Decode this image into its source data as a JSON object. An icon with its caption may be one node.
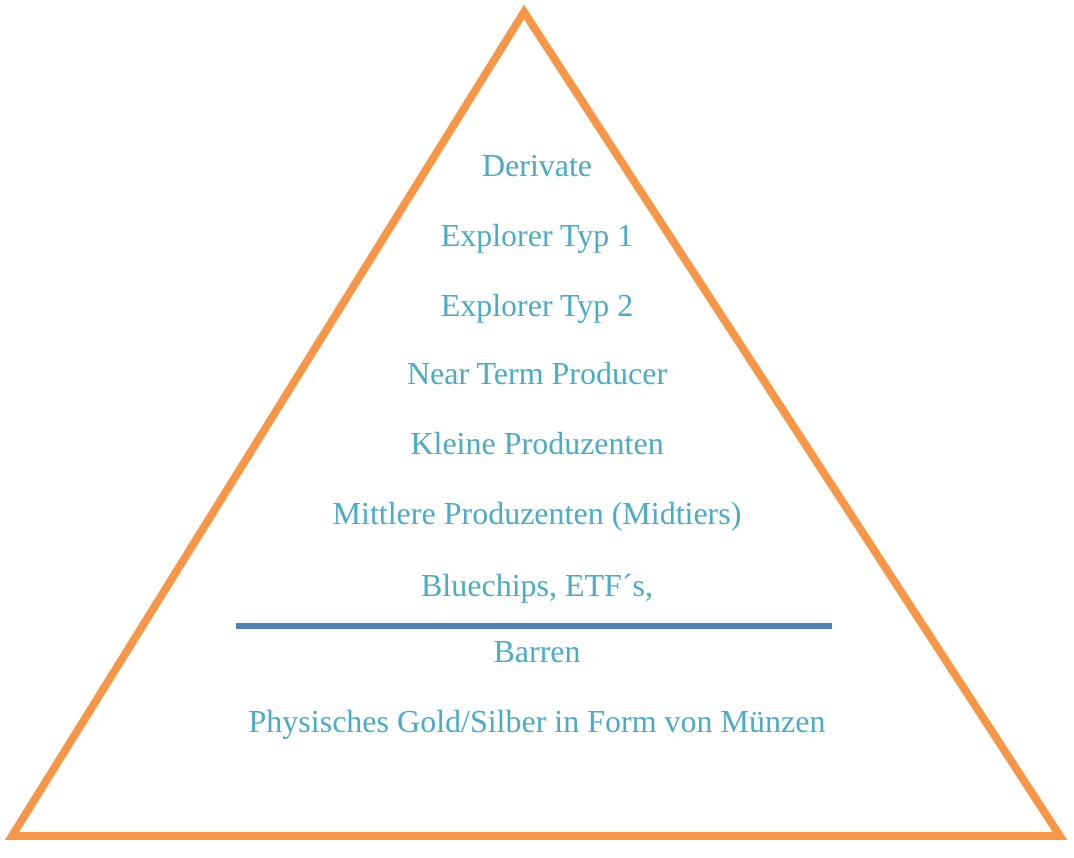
{
  "diagram": {
    "nodes": [
      {
        "text": [
          "Derivate",
          "Explorer Typ 1",
          "Explorer Typ 2",
          "Near Term Producer",
          "Kleine Produzenten",
          "Mittlere Produzenten (Midtiers)",
          "Bluechips, ETF´s,",
          "Barren",
          "Physisches Gold/Silber in Form von Münzen"
        ]
      }
    ]
  }
}
